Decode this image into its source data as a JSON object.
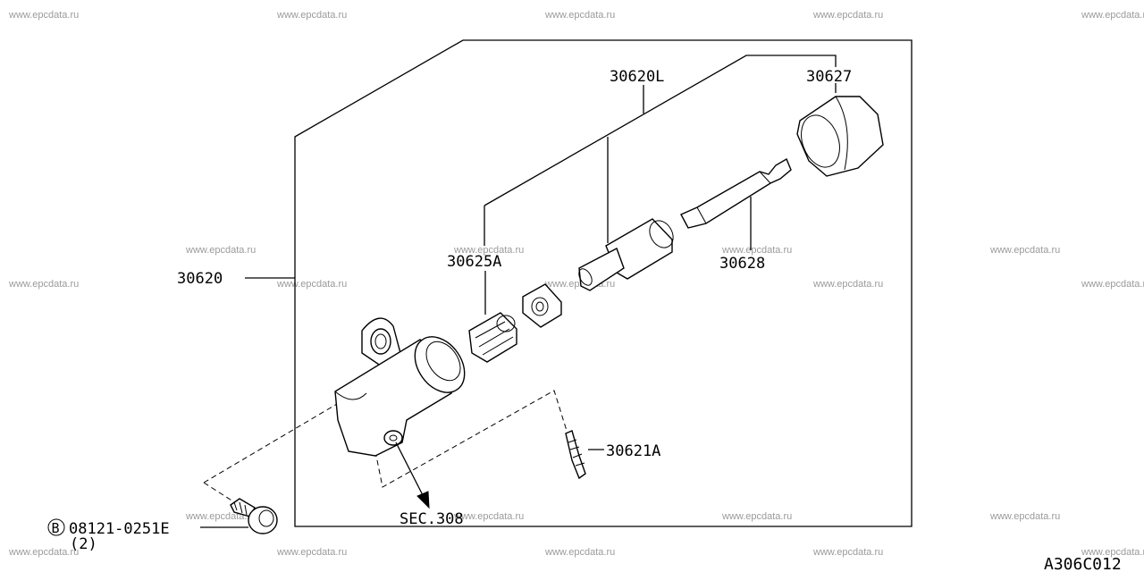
{
  "watermark": "www.epcdata.ru",
  "callouts": {
    "p30620": "30620",
    "p30620L": "30620L",
    "p30627": "30627",
    "p30625A": "30625A",
    "p30628": "30628",
    "p30621A": "30621A",
    "sec": "SEC.308",
    "bolt_prefix": "B",
    "bolt_code": "08121-0251E",
    "bolt_qty": "(2)"
  },
  "drawing_code": "A306C012"
}
